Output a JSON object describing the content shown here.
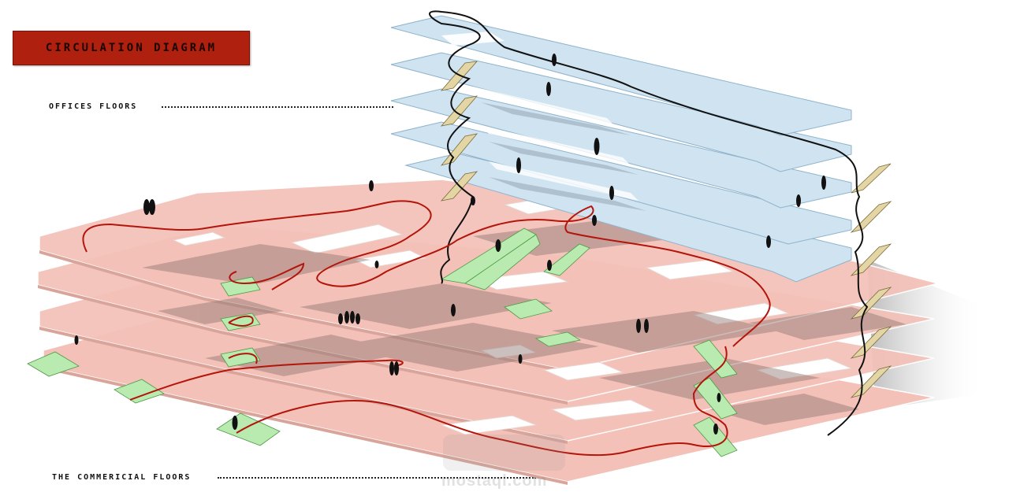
{
  "title": "CIRCULATION DIAGRAM",
  "labels": {
    "offices": "OFFICES FLOORS",
    "commercial": "THE COMMERICIAL FLOORS"
  },
  "watermark": "mostaql.com",
  "colors": {
    "title_box": "#b0200f",
    "office_slab": "#cfe3f1",
    "commercial_slab": "#f3c1b8",
    "shadow": "#9b8580",
    "escalator": "#b9ebb0",
    "stairs": "#e4d6a4",
    "office_path": "#111111",
    "commercial_path": "#b3150b"
  }
}
